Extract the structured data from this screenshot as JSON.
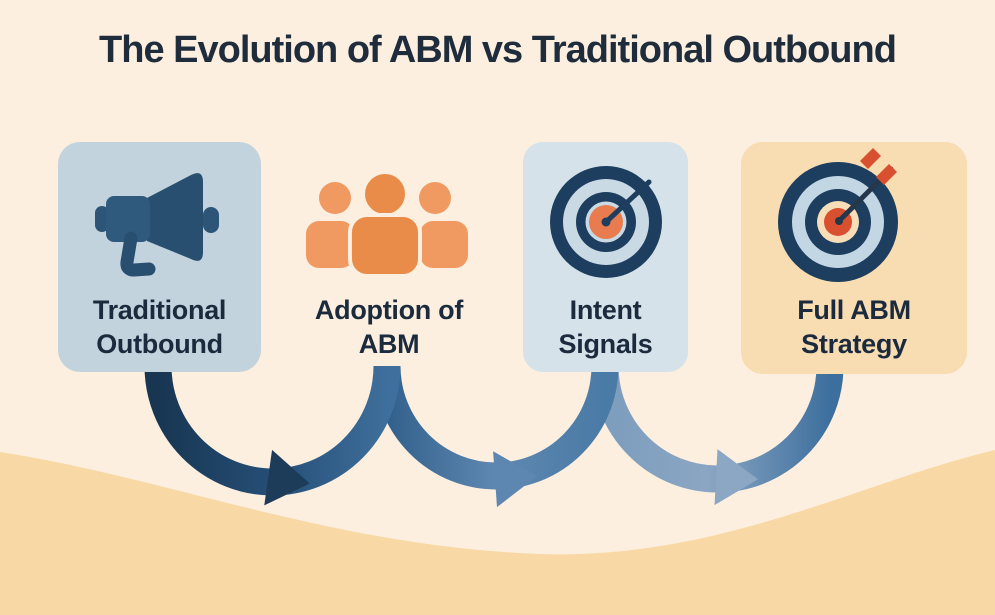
{
  "title": "The Evolution of ABM vs Traditional Outbound",
  "colors": {
    "background": "#FCEFDF",
    "wave": "#F8D9A6",
    "title_text": "#1E2C3C",
    "label_text": "#1B2B3D",
    "card1_bg": "#C3D3DD",
    "card3_bg": "#D5E2E9",
    "card4_bg": "#F8DCB2",
    "arrow1_start": "#183652",
    "arrow1_mid": "#27517A",
    "arrow1_end": "#3F6F9C",
    "arrowhead1": "#1D3C5A",
    "arrow2_start": "#32608C",
    "arrow2_mid": "#5E88B1",
    "arrow2_end": "#4A7AA6",
    "arrowhead2": "#5D87B0",
    "arrow3_start": "#7D9DBD",
    "arrow3_mid": "#8AA6C3",
    "arrow3_end": "#3D6F9E",
    "arrowhead3": "#8BA7C4",
    "megaphone_body": "#305A7D",
    "megaphone_horn": "#284F70",
    "megaphone_knob": "#2C5577",
    "people_side": "#F09A62",
    "people_center": "#E98C4A",
    "target_navy": "#1D3E5E",
    "target_light": "#C9DAE5",
    "target_light4": "#C3D6E4",
    "target_orange": "#E87C4E",
    "target4_peach": "#F8DEB8",
    "dart_red": "#D85030",
    "dart_shaft": "#25374A"
  },
  "stages": [
    {
      "label_line1": "Traditional",
      "label_line2": "Outbound",
      "icon": "megaphone-icon",
      "has_card": true
    },
    {
      "label_line1": "Adoption of",
      "label_line2": "ABM",
      "icon": "people-group-icon",
      "has_card": false
    },
    {
      "label_line1": "Intent",
      "label_line2": "Signals",
      "icon": "target-icon",
      "has_card": true
    },
    {
      "label_line1": "Full ABM",
      "label_line2": "Strategy",
      "icon": "target-arrow-icon",
      "has_card": true
    }
  ]
}
